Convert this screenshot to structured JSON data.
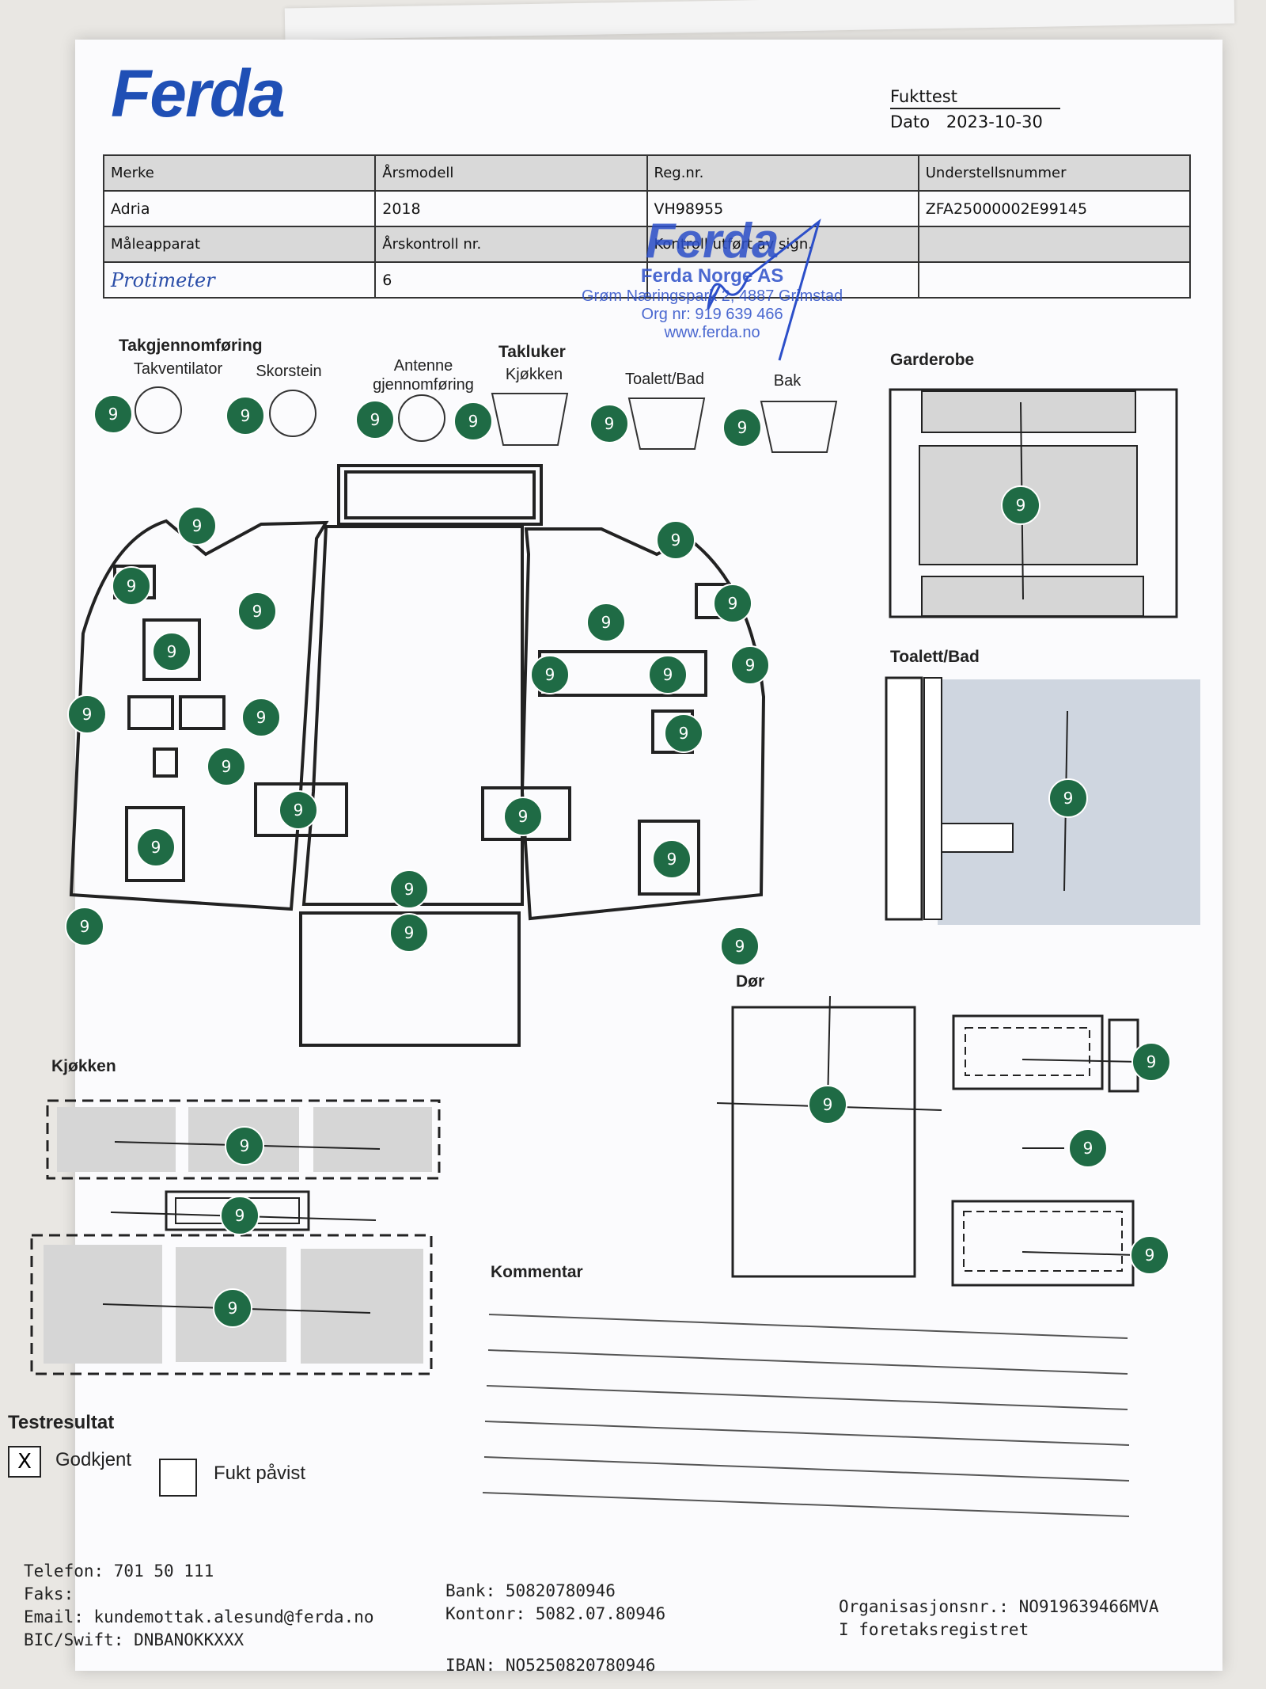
{
  "header": {
    "logo": "Ferda",
    "title": "Fukttest",
    "date_label": "Dato",
    "date_value": "2023-10-30"
  },
  "info_table": {
    "brand_label": "Merke",
    "brand_value": "Adria",
    "model_year_label": "Årsmodell",
    "model_year_value": "2018",
    "reg_label": "Reg.nr.",
    "reg_value": "VH98955",
    "chassis_label": "Understellsnummer",
    "chassis_value": "ZFA25000002E99145",
    "device_label": "Måleapparat",
    "device_value": "Protimeter",
    "annual_label": "Årskontroll nr.",
    "annual_value": "6",
    "performed_label": "Kontroll utført av sign."
  },
  "stamp": {
    "logo": "Ferda",
    "company": "Ferda Norge AS",
    "address": "Grøm Næringspark 2, 4887 Grimstad",
    "org": "Org nr: 919 639 466",
    "web": "www.ferda.no"
  },
  "sections": {
    "roof": "Takgjennomføring",
    "roof_vent": "Takventilator",
    "chimney": "Skorstein",
    "antenna": "Antenne gjennomføring",
    "hatches": "Takluker",
    "hatch_kitchen": "Kjøkken",
    "hatch_bath": "Toalett/Bad",
    "hatch_rear": "Bak",
    "wardrobe": "Garderobe",
    "bathroom": "Toalett/Bad",
    "door": "Dør",
    "kitchen": "Kjøkken",
    "comment": "Kommentar"
  },
  "measurement_value": "9",
  "test_result": {
    "title": "Testresultat",
    "approved_label": "Godkjent",
    "approved_mark": "X",
    "moisture_label": "Fukt påvist"
  },
  "footer": {
    "phone": "Telefon: 701 50 111",
    "fax": "Faks:",
    "email": "Email: kundemottak.alesund@ferda.no",
    "bic": "BIC/Swift: DNBANOKKXXX",
    "bank": "Bank: 50820780946",
    "account": "Kontonr: 5082.07.80946",
    "iban": "IBAN: NO5250820780946",
    "org_nr": "Organisasjonsnr.: NO919639466MVA",
    "register": "I foretaksregistret"
  },
  "colors": {
    "marker": "#1f6b45",
    "stamp": "#2c4fc9",
    "logo": "#1f4fb5"
  }
}
